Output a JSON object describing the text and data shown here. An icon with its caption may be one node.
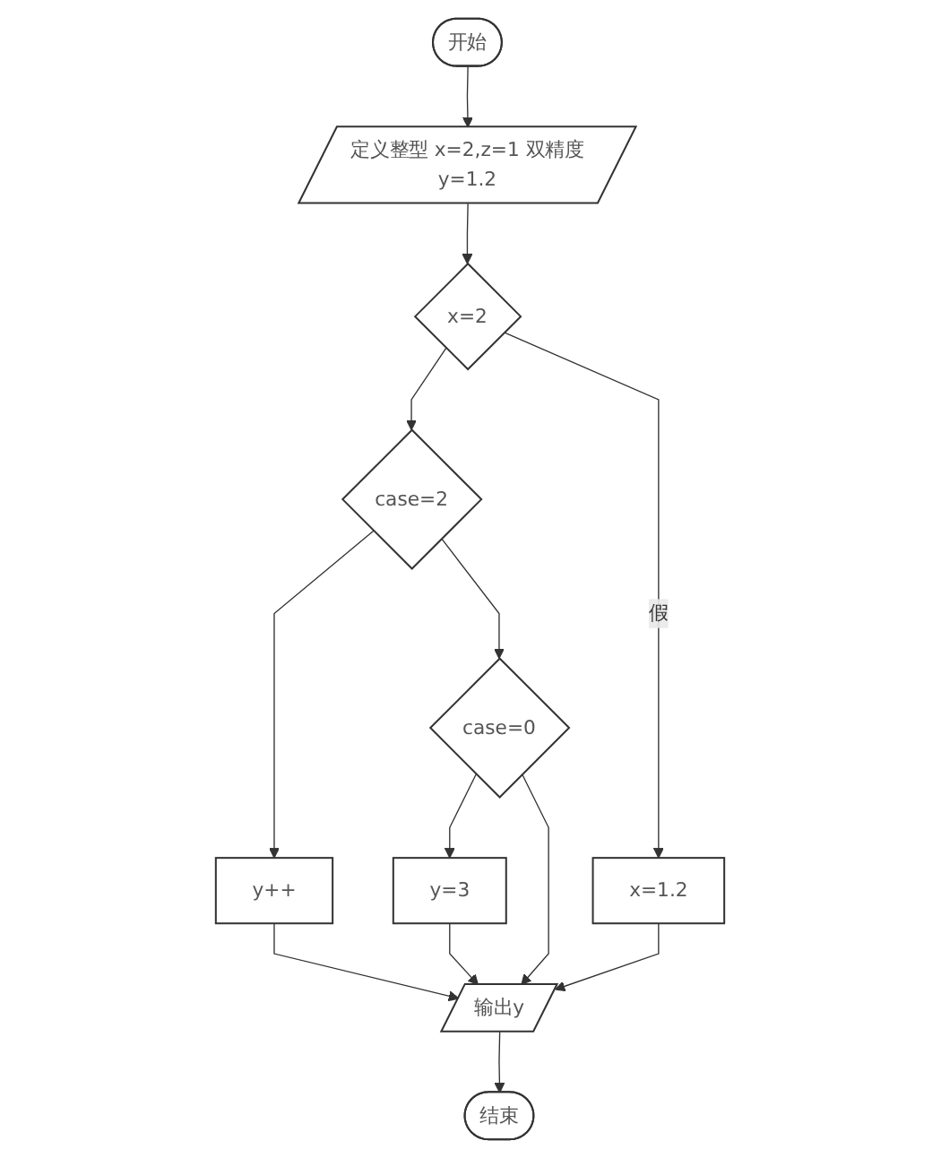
{
  "diagram": {
    "nodes": [
      {
        "text": [
          "开始"
        ]
      },
      {
        "text": [
          "定义整型 x=2,z=1 双精度y=1.2"
        ]
      },
      {
        "text": [
          "x=2"
        ]
      },
      {
        "text": [
          "case=2"
        ]
      },
      {
        "text": [
          "case=0"
        ]
      },
      {
        "text": [
          "y++"
        ]
      },
      {
        "text": [
          "y=3"
        ]
      },
      {
        "text": [
          "x=1.2"
        ]
      },
      {
        "text": [
          "输出y"
        ]
      },
      {
        "text": [
          "结束"
        ]
      }
    ],
    "edges": [
      {
        "from": 0,
        "to": 1,
        "arrow": "to"
      },
      {
        "from": 1,
        "to": 2,
        "arrow": "to"
      },
      {
        "from": 2,
        "to": 3,
        "arrow": "to"
      },
      {
        "from": 2,
        "to": 7,
        "arrow": "to",
        "label": "假"
      },
      {
        "from": 3,
        "to": 5,
        "arrow": "to"
      },
      {
        "from": 3,
        "to": 4,
        "arrow": "to"
      },
      {
        "from": 4,
        "to": 6,
        "arrow": "to"
      },
      {
        "from": 4,
        "to": 8,
        "arrow": "to"
      },
      {
        "from": 5,
        "to": 8,
        "arrow": "to"
      },
      {
        "from": 6,
        "to": 8,
        "arrow": "to"
      },
      {
        "from": 7,
        "to": 8,
        "arrow": "to"
      },
      {
        "from": 8,
        "to": 9,
        "arrow": "to"
      }
    ]
  }
}
